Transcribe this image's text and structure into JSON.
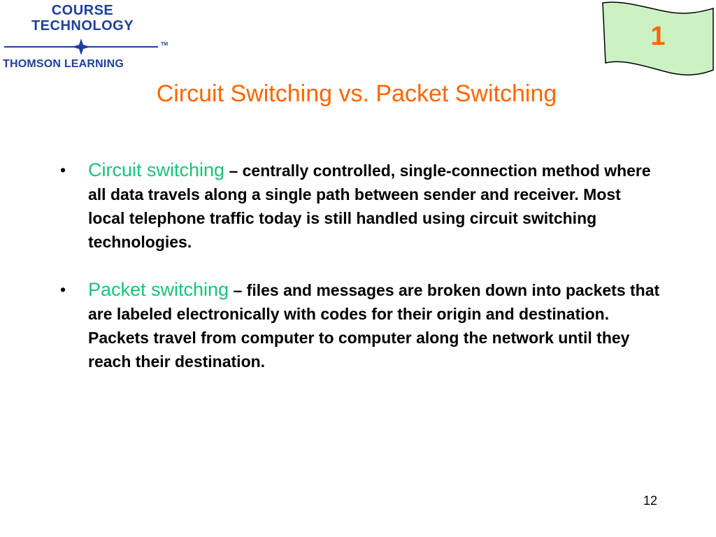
{
  "logo": {
    "line1": "COURSE",
    "line2": "TECHNOLOGY",
    "line3": "THOMSON LEARNING",
    "trademark": "TM",
    "color": "#1f3f9a"
  },
  "flag": {
    "number": "1",
    "fill": "#ccf2c4",
    "number_color": "#ff6600"
  },
  "title": "Circuit Switching vs. Packet Switching",
  "bullets": [
    {
      "term": "Circuit switching",
      "text": " – centrally controlled, single-connection method where all data travels along a single path between sender and receiver. Most local telephone traffic today is still handled using circuit switching technologies."
    },
    {
      "term": "Packet switching",
      "text": " – files and messages are broken down into packets that are labeled electronically with codes for their origin and destination.  Packets travel from computer to computer along the network until they reach their destination."
    }
  ],
  "page_number": "12",
  "colors": {
    "title": "#ff6600",
    "term": "#16c47a",
    "body": "#000000"
  }
}
